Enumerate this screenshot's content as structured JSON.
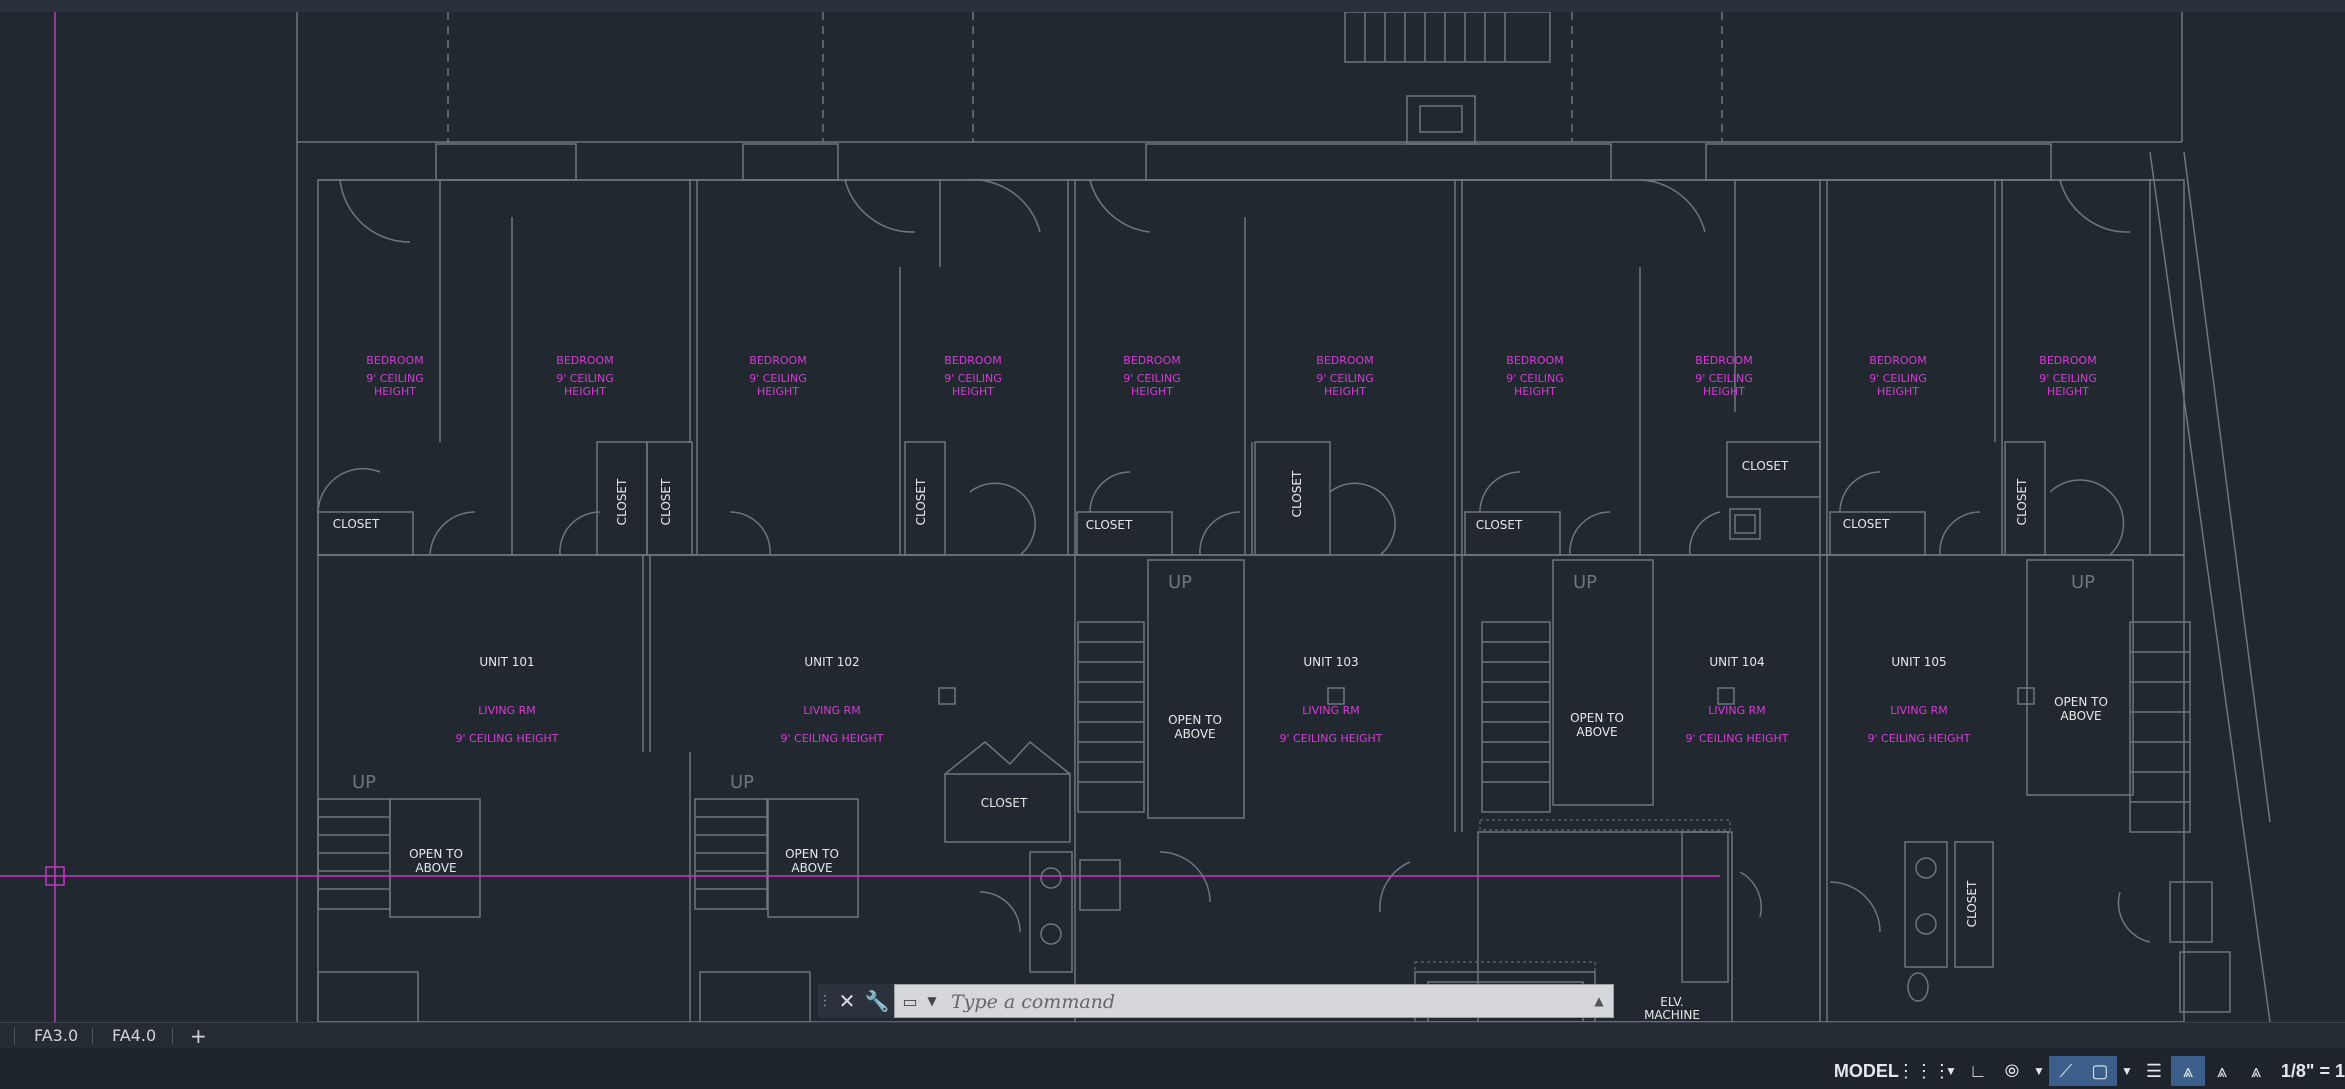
{
  "canvas": {
    "rooms": {
      "bedroom_label": "BEDROOM",
      "ceiling_line1": "9' CEILING",
      "ceiling_line2": "HEIGHT",
      "closet": "CLOSET",
      "up": "UP",
      "open_to_above_1": "OPEN TO",
      "open_to_above_2": "ABOVE",
      "living_rm": "LIVING RM",
      "living_ceiling": "9' CEILING HEIGHT",
      "units": [
        "UNIT 101",
        "UNIT 102",
        "UNIT 103",
        "UNIT 104",
        "UNIT 105"
      ],
      "elv_machine_1": "ELV.",
      "elv_machine_2": "MACHINE"
    }
  },
  "colors": {
    "background": "#212830",
    "lines": "#6e7680",
    "magenta": "#d63bd6",
    "crosshair": "#c832c8"
  },
  "command_line": {
    "placeholder": "Type a command"
  },
  "layout_tabs": [
    "FA3.0",
    "FA4.0"
  ],
  "add_tab": "+",
  "status": {
    "model": "MODEL",
    "scale": "1/8\" = 1"
  }
}
